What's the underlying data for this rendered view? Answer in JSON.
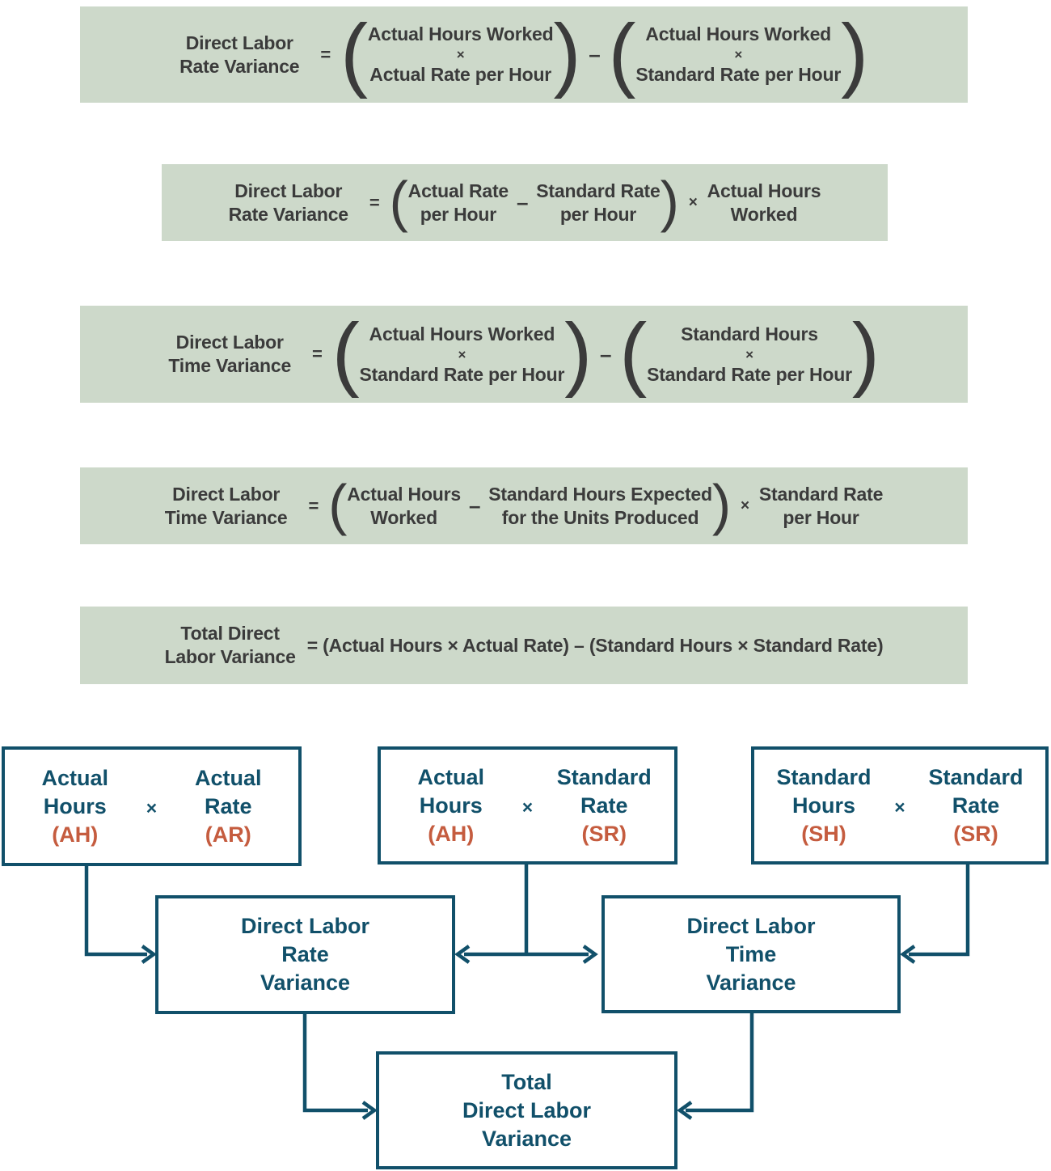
{
  "colors": {
    "formula_panel_bg": "#cdd9ca",
    "formula_text": "#3b3b3b",
    "flow_teal": "#11506a",
    "flow_orange": "#c55c3f",
    "page_background": "#ffffff"
  },
  "symbols": {
    "equals": "=",
    "times": "×",
    "minus": "–",
    "open_paren": "(",
    "close_paren": ")"
  },
  "formulas": [
    {
      "lhs": [
        "Direct Labor",
        "Rate Variance"
      ],
      "group1": {
        "line1": "Actual Hours Worked",
        "op": "×",
        "line2": "Actual Rate per Hour"
      },
      "group2": {
        "line1": "Actual Hours Worked",
        "op": "×",
        "line2": "Standard Rate per Hour"
      }
    },
    {
      "lhs": [
        "Direct Labor",
        "Rate Variance"
      ],
      "term1": [
        "Actual Rate",
        "per Hour"
      ],
      "term2": [
        "Standard Rate",
        "per Hour"
      ],
      "term3": [
        "Actual Hours",
        "Worked"
      ]
    },
    {
      "lhs": [
        "Direct Labor",
        "Time Variance"
      ],
      "group1": {
        "line1": "Actual Hours Worked",
        "op": "×",
        "line2": "Standard Rate per Hour"
      },
      "group2": {
        "line1": "Standard Hours",
        "op": "×",
        "line2": "Standard Rate per Hour"
      }
    },
    {
      "lhs": [
        "Direct Labor",
        "Time Variance"
      ],
      "term1": [
        "Actual Hours",
        "Worked"
      ],
      "term2": [
        "Standard Hours Expected",
        "for the Units Produced"
      ],
      "term3": [
        "Standard Rate",
        "per Hour"
      ]
    },
    {
      "lhs": [
        "Total Direct",
        "Labor Variance"
      ],
      "rhs": "= (Actual Hours × Actual Rate) – (Standard Hours × Standard Rate)"
    }
  ],
  "flowchart": {
    "input_boxes": [
      {
        "left": [
          "Actual",
          "Hours"
        ],
        "left_abbr": "(AH)",
        "op": "×",
        "right": [
          "Actual",
          "Rate"
        ],
        "right_abbr": "(AR)"
      },
      {
        "left": [
          "Actual",
          "Hours"
        ],
        "left_abbr": "(AH)",
        "op": "×",
        "right": [
          "Standard",
          "Rate"
        ],
        "right_abbr": "(SR)"
      },
      {
        "left": [
          "Standard",
          "Hours"
        ],
        "left_abbr": "(SH)",
        "op": "×",
        "right": [
          "Standard",
          "Rate"
        ],
        "right_abbr": "(SR)"
      }
    ],
    "variance_boxes": [
      {
        "lines": [
          "Direct Labor",
          "Rate",
          "Variance"
        ]
      },
      {
        "lines": [
          "Direct Labor",
          "Time",
          "Variance"
        ]
      }
    ],
    "total_box": {
      "lines": [
        "Total",
        "Direct Labor",
        "Variance"
      ]
    }
  }
}
